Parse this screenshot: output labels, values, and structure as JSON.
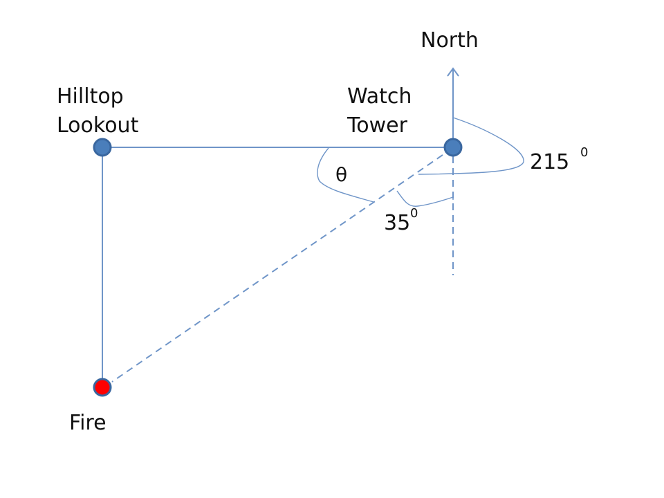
{
  "diagram": {
    "title": "Bearing diagram: Hilltop Lookout, Watch Tower and Fire",
    "colors": {
      "line": "#6f95c8",
      "node_fill": "#4a7ebb",
      "node_stroke": "#3a679f",
      "fire_fill": "#ff0000",
      "text": "#111111"
    },
    "nodes": {
      "hilltop": {
        "label_line1": "Hilltop",
        "label_line2": "Lookout"
      },
      "tower": {
        "label_line1": "Watch",
        "label_line2": "Tower"
      },
      "fire": {
        "label": "Fire"
      }
    },
    "compass": {
      "label": "North",
      "icon": "arrow-up-icon"
    },
    "angles": {
      "bearing": {
        "value": "215",
        "unit": "0",
        "text": "215⁰"
      },
      "south_offset": {
        "value": "35",
        "unit": "0",
        "text": "35⁰"
      },
      "theta": {
        "symbol": "θ"
      }
    },
    "edges": [
      {
        "from": "Hilltop Lookout",
        "to": "Watch Tower",
        "style": "solid"
      },
      {
        "from": "Hilltop Lookout",
        "to": "Fire",
        "style": "solid"
      },
      {
        "from": "Watch Tower",
        "to": "Fire",
        "style": "dashed"
      },
      {
        "from": "Watch Tower",
        "to": "South",
        "style": "dashed"
      }
    ]
  }
}
